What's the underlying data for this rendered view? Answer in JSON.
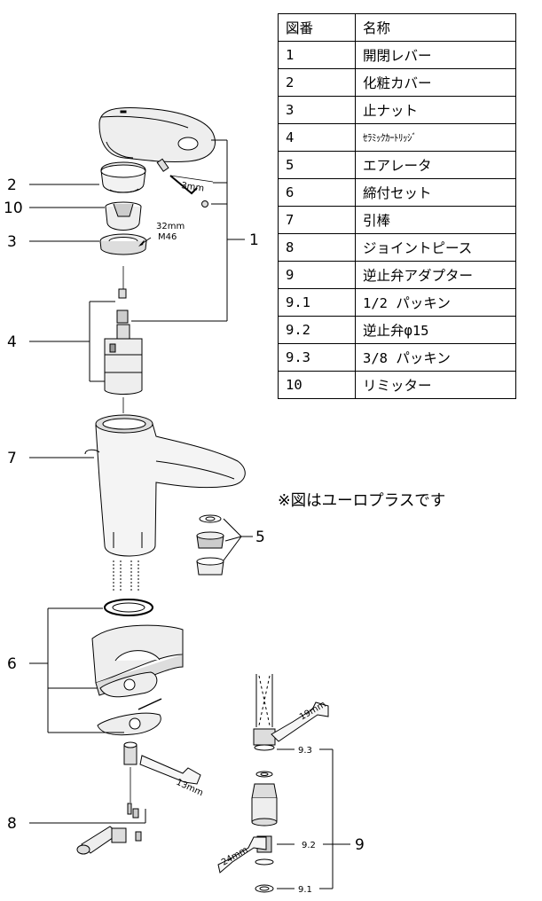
{
  "table": {
    "headers": [
      "図番",
      "名称"
    ],
    "rows": [
      {
        "no": "1",
        "name": "開閉レバー"
      },
      {
        "no": "2",
        "name": "化粧カバー"
      },
      {
        "no": "3",
        "name": "止ナット"
      },
      {
        "no": "4",
        "name": "ｾﾗﾐｯｸｶｰﾄﾘｯｼﾞ"
      },
      {
        "no": "5",
        "name": "エアレータ"
      },
      {
        "no": "6",
        "name": "締付セット"
      },
      {
        "no": "7",
        "name": "引棒"
      },
      {
        "no": "8",
        "name": "ジョイントピース"
      },
      {
        "no": "9",
        "name": "逆止弁アダプター"
      },
      {
        "no": "9.1",
        "name": "1/2 パッキン"
      },
      {
        "no": "9.2",
        "name": "逆止弁φ15"
      },
      {
        "no": "9.3",
        "name": "3/8 パッキン"
      },
      {
        "no": "10",
        "name": "リミッター"
      }
    ]
  },
  "note": "※図はユーロプラスです",
  "callouts": {
    "c1": "1",
    "c2": "2",
    "c3": "3",
    "c4": "4",
    "c5": "5",
    "c6": "6",
    "c7": "7",
    "c8": "8",
    "c9": "9",
    "c10": "10",
    "c91": "9.1",
    "c92": "9.2",
    "c93": "9.3"
  },
  "tool_labels": {
    "hex_key": "3mm",
    "nut_size": "32mm",
    "nut_thread": "M46",
    "wrench_13": "13mm",
    "wrench_19": "19mm",
    "wrench_24": "24mm"
  }
}
